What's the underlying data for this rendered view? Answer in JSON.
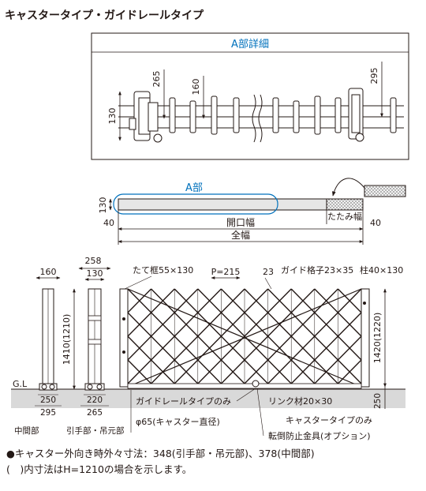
{
  "title": "キャスタータイプ・ガイドレールタイプ",
  "detail": {
    "heading": "A部詳細",
    "dims": {
      "d265": "265",
      "d160": "160",
      "d130": "130",
      "d295": "295"
    }
  },
  "plan": {
    "region_label": "A部",
    "dim_130": "130",
    "dim_40_left": "40",
    "dim_40_right": "40",
    "opening_width": "開口幅",
    "fold_width": "たたみ幅",
    "total_width": "全幅"
  },
  "elevation": {
    "post_160": "160",
    "post_258": "258",
    "post_130": "130",
    "height_1410": "1410(1210)",
    "gl": "G.L",
    "base_250": "250",
    "base_295": "295",
    "base_220": "220",
    "base_265": "265",
    "caption_middle": "中間部",
    "caption_end": "引手部・吊元部",
    "frame_label": "たて框55×130",
    "pitch_label": "P=215",
    "guide_label": "ガイド格子23×35",
    "guide_23": "23",
    "column_label": "柱40×130",
    "height_1420": "1420(1220)",
    "height_250": "250",
    "rail_only": "ガイドレールタイプのみ",
    "link_label": "リンク材20×30",
    "caster_only": "キャスタータイプのみ",
    "caster_dia": "φ65(キャスター直径)",
    "anti_tip": "転倒防止金具(オプション)"
  },
  "notes": {
    "line1": "●キャスター外向き時外々寸法：348(引手部・吊元部)、378(中間部)",
    "line2": "(　)内寸法はH=1210の場合を示します。"
  },
  "colors": {
    "line": "#231815",
    "accent_blue": "#0071bc",
    "ground": "#d9d9d9",
    "plan_bar": "#e6e6e6"
  }
}
